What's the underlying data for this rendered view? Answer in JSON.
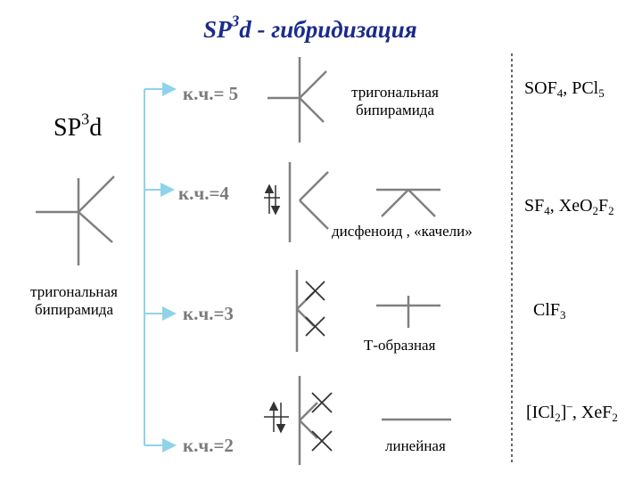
{
  "title": {
    "main": "SP",
    "sup": "3",
    "rest": "d  - гибридизация"
  },
  "hybrid": {
    "main": "SP",
    "sup": "3",
    "rest": "d"
  },
  "left_geometry_label": [
    "тригональная",
    "бипирамида"
  ],
  "rows": [
    {
      "cn": "к.ч.= 5",
      "shape_lines": [
        "тригональная",
        "бипирамида"
      ],
      "formula": [
        {
          "t": "SOF"
        },
        {
          "sub": "4"
        },
        {
          "t": ", PCl"
        },
        {
          "sub": "5"
        }
      ]
    },
    {
      "cn": "к.ч.=4",
      "shape_lines": [
        "дисфеноид , «качели»"
      ],
      "formula": [
        {
          "t": "SF"
        },
        {
          "sub": "4"
        },
        {
          "t": ", XeO"
        },
        {
          "sub": "2"
        },
        {
          "t": "F"
        },
        {
          "sub": "2"
        }
      ]
    },
    {
      "cn": "к.ч.=3",
      "shape_lines": [
        "Т-образная"
      ],
      "formula": [
        {
          "t": "ClF"
        },
        {
          "sub": "3"
        }
      ]
    },
    {
      "cn": "к.ч.=2",
      "shape_lines": [
        "линейная"
      ],
      "formula": [
        {
          "t": "[ICl"
        },
        {
          "sub": "2"
        },
        {
          "t": "]"
        },
        {
          "sup": "–"
        },
        {
          "t": ", XeF"
        },
        {
          "sub": "2"
        }
      ]
    }
  ],
  "colors": {
    "title": "#1a2b8a",
    "bracket": "#8fd3e8",
    "cn_text": "#7a7a7a",
    "lines": "#808080",
    "dark_lines": "#333333"
  }
}
